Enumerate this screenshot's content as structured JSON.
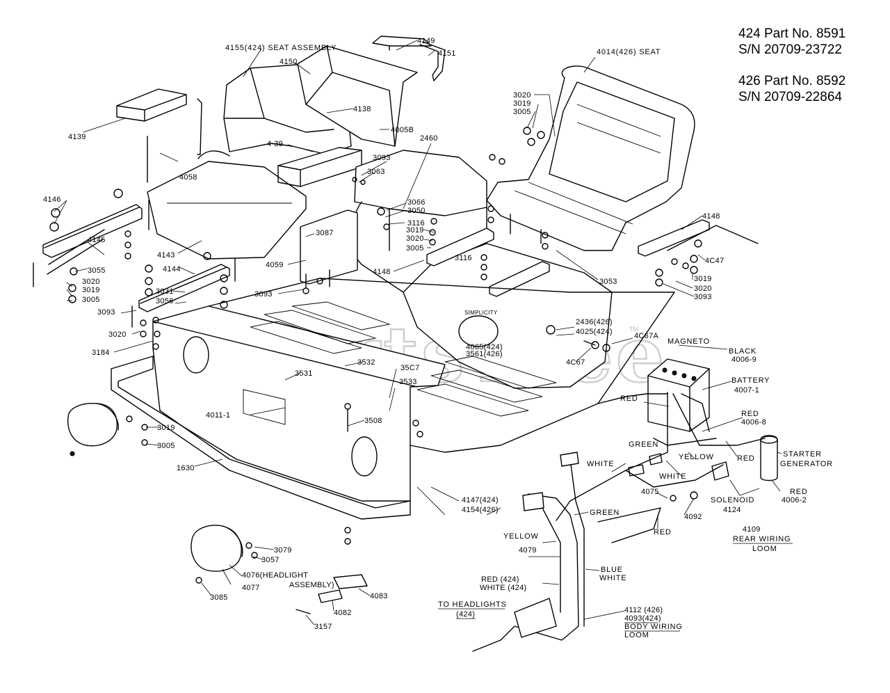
{
  "header": {
    "line1": "424 Part No. 8591",
    "line2": "S/N 20709-23722",
    "line3": "426 Part No.  8592",
    "line4": "S/N 20709-22864"
  },
  "watermark": {
    "text": "PartsTree",
    "trademark": "TM"
  },
  "labels": [
    "4155(424) SEAT  ASSEMBLY",
    "4149",
    "4151",
    "4150",
    "4138",
    "4005B",
    "4139",
    "4·39",
    "4058",
    "3093",
    "3063",
    "2460",
    "4014(426)  SEAT",
    "3020",
    "3019",
    "3005",
    "4146",
    "4145",
    "3055",
    "3020",
    "3019",
    "3005",
    "4143",
    "4144",
    "3031",
    "3056",
    "3093",
    "3020",
    "3184",
    "4059",
    "3087",
    "3066",
    "3050",
    "3116",
    "3019",
    "3020",
    "3005",
    "4148",
    "3116",
    "3093",
    "4148",
    "4C47",
    "3053",
    "3019",
    "3020",
    "3093",
    "2436(426)",
    "4025(424)",
    "4C67A",
    "MAGNETO",
    "BLACK",
    "4006-9",
    "4C67",
    "4065(424)",
    "3561(426)",
    "3532",
    "3531",
    "35C7",
    "3533",
    "BATTERY",
    "4007-1",
    "RED",
    "RED",
    "4006-8",
    "GREEN",
    "RED",
    "YELLOW",
    "WHITE",
    "STARTER",
    "GENERATOR",
    "WHITE",
    "4011-1",
    "3508",
    "3019",
    "3005",
    "1630",
    "4075",
    "4092",
    "SOLENOID",
    "4124",
    "RED",
    "4006-2",
    "4147(424)",
    "4154(426)",
    "GREEN",
    "RED",
    "4109",
    "REAR WIRING",
    "LOOM",
    "YELLOW",
    "4079",
    "3079",
    "3057",
    "4076(HEADLIGHT",
    "ASSEMBLY)",
    "4077",
    "3085",
    "4083",
    "4082",
    "3157",
    "BLUE",
    "WHITE",
    "RED (424)",
    "WHITE (424)",
    "TO HEADLIGHTS",
    "(424)",
    "4112 (426)",
    "4093(424)",
    "BODY WIRING",
    "LOOM"
  ]
}
